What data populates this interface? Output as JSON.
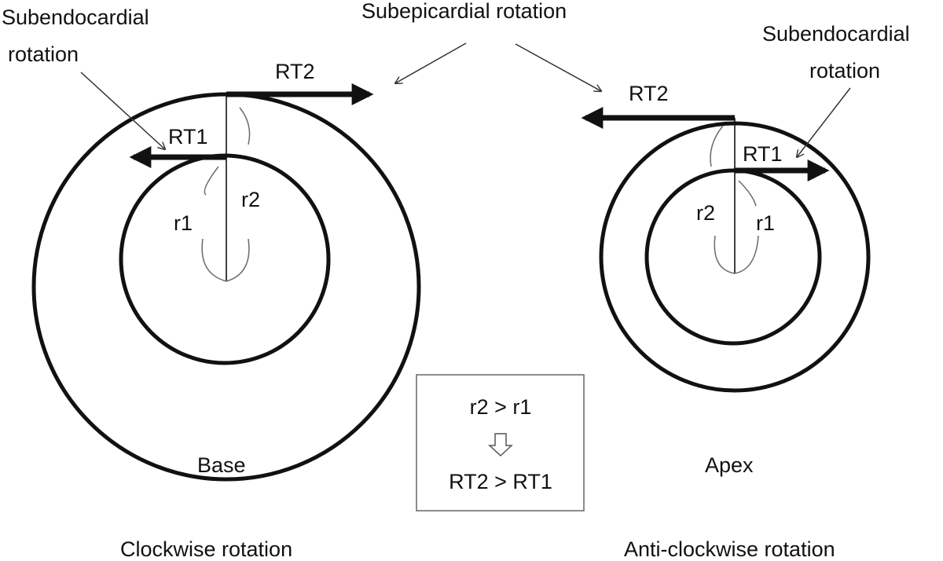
{
  "labels": {
    "subepicardial_rotation": "Subepicardial rotation",
    "left_subendocardial_line1": "Subendocardial",
    "left_subendocardial_line2": "rotation",
    "right_subendocardial_line1": "Subendocardial",
    "right_subendocardial_line2": "rotation",
    "left_rt2": "RT2",
    "left_rt1": "RT1",
    "left_r1": "r1",
    "left_r2": "r2",
    "right_rt2": "RT2",
    "right_rt1": "RT1",
    "right_r2": "r2",
    "right_r1": "r1",
    "base": "Base",
    "apex": "Apex",
    "clockwise": "Clockwise rotation",
    "anticlockwise": "Anti-clockwise rotation"
  },
  "relation_box": {
    "premise": "r2 > r1",
    "conclusion": "RT2 > RT1"
  },
  "colors": {
    "stroke": "#111111",
    "thin_line": "#333333",
    "curve": "#6a6a6a",
    "background": "#ffffff"
  }
}
